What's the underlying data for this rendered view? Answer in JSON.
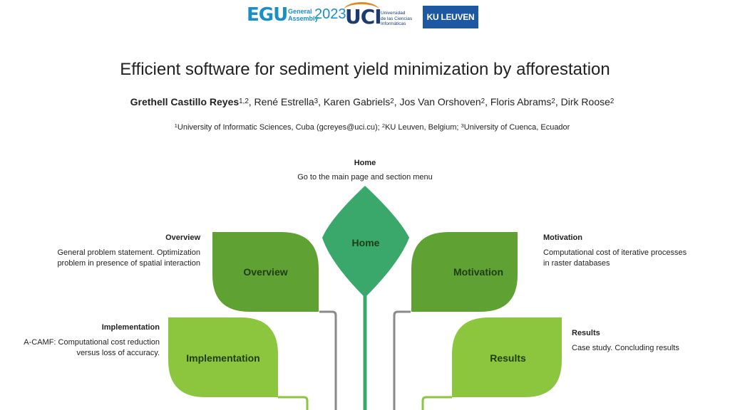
{
  "logos": {
    "egu_mark": "EGU",
    "egu_sub_line1": "General",
    "egu_sub_line2": "Assembly",
    "egu_year": "2023",
    "uci_mark": "UCI",
    "uci_sub_line1": "Universidad",
    "uci_sub_line2": "de las Ciencias",
    "uci_sub_line3": "Informáticas",
    "ku_text": "KU LEUVEN"
  },
  "title": "Efficient software for sediment yield minimization by afforestation",
  "authors": {
    "a1_name": "Grethell Castillo Reyes",
    "a1_sup": "1,2",
    "a2_name": ", René Estrella",
    "a2_sup": "3",
    "a3_name": ", Karen Gabriels",
    "a3_sup": "2",
    "a4_name": ",  Jos Van Orshoven",
    "a4_sup": "2",
    "a5_name": ",  Floris Abrams",
    "a5_sup": "2",
    "a6_name": ", Dirk Roose",
    "a6_sup": "2"
  },
  "affiliations": {
    "s1": "1",
    "t1": "University of Informatic Sciences, Cuba (gcreyes@uci.cu); ",
    "s2": "2",
    "t2": "KU Leuven, Belgium; ",
    "s3": "3",
    "t3": "University of Cuenca, Ecuador"
  },
  "sections": {
    "home": {
      "title": "Home",
      "desc": "Go to the main page and section menu",
      "leaf_label": "Home"
    },
    "overview": {
      "title": "Overview",
      "desc_line1": "General problem statement. Optimization",
      "desc_line2": "problem in presence of spatial interaction",
      "leaf_label": "Overview"
    },
    "motivation": {
      "title": "Motivation",
      "desc_line1": "Computational cost of iterative processes",
      "desc_line2": "in raster databases",
      "leaf_label": "Motivation"
    },
    "implementation": {
      "title": "Implementation",
      "desc_line1": "A-CAMF: Computational cost reduction",
      "desc_line2": "versus loss of accuracy.",
      "leaf_label": "Implementation"
    },
    "results": {
      "title": "Results",
      "desc": "Case study. Concluding results",
      "leaf_label": "Results"
    }
  },
  "colors": {
    "home_leaf": "#3aa86a",
    "upper_leaf": "#5fa132",
    "lower_leaf": "#8cc63f",
    "stem": "#3aa86a",
    "upper_branch": "#888888",
    "lower_branch": "#8cc63f"
  }
}
